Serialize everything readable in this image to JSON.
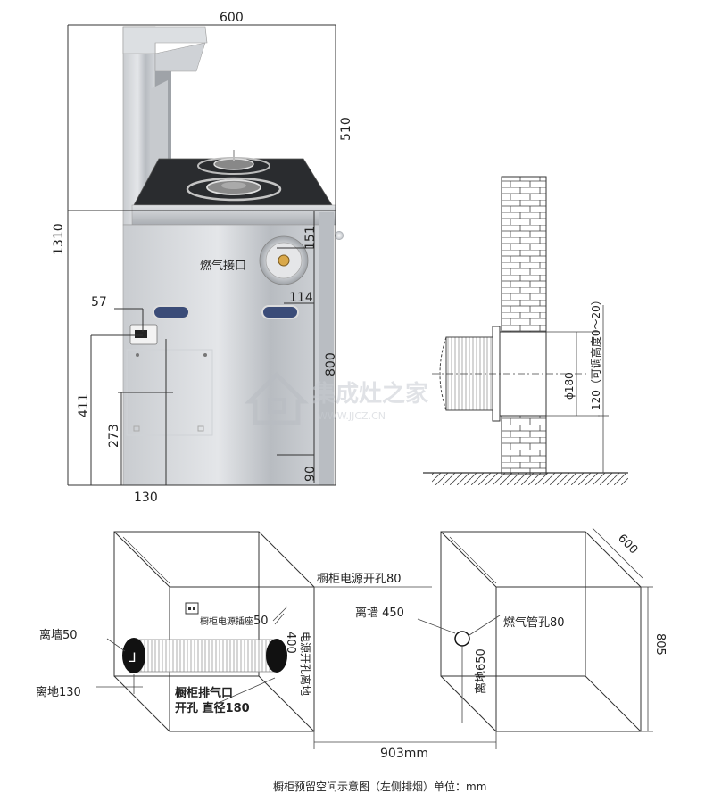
{
  "cooker": {
    "width": "600",
    "height": "1310",
    "upper_height": "510",
    "lower_height": "800",
    "gas_offset_top": "151",
    "gas_offset_side": "114",
    "gas_label": "燃气接口",
    "socket_offset": "57",
    "hole_height": "411",
    "panel_height": "273",
    "plinth_height": "90",
    "side_offset": "130"
  },
  "watermark": {
    "brand": "集成灶之家",
    "site": "WWW.JJCZ.CN"
  },
  "wall": {
    "diameter": "ϕ180",
    "height": "120（可调高度0～20）"
  },
  "cabinet_left": {
    "wall_dist": "离墙50",
    "floor_dist": "离地130",
    "power_hole": "橱柜电源开孔80",
    "socket_label": "橱柜电源插座",
    "power_dist_top": "50",
    "power_dist_floor": "电源开孔离地",
    "power_dist_value": "400",
    "exhaust_label_1": "橱柜排气口",
    "exhaust_label_2": "开孔 直径180"
  },
  "cabinet_right": {
    "depth": "600",
    "height": "805",
    "wall_dist": "离墙 450",
    "gas_hole": "燃气管孔80",
    "floor_dist": "离地650"
  },
  "span": "903mm",
  "caption": "橱柜预留空间示意图（左侧排烟）单位：mm"
}
